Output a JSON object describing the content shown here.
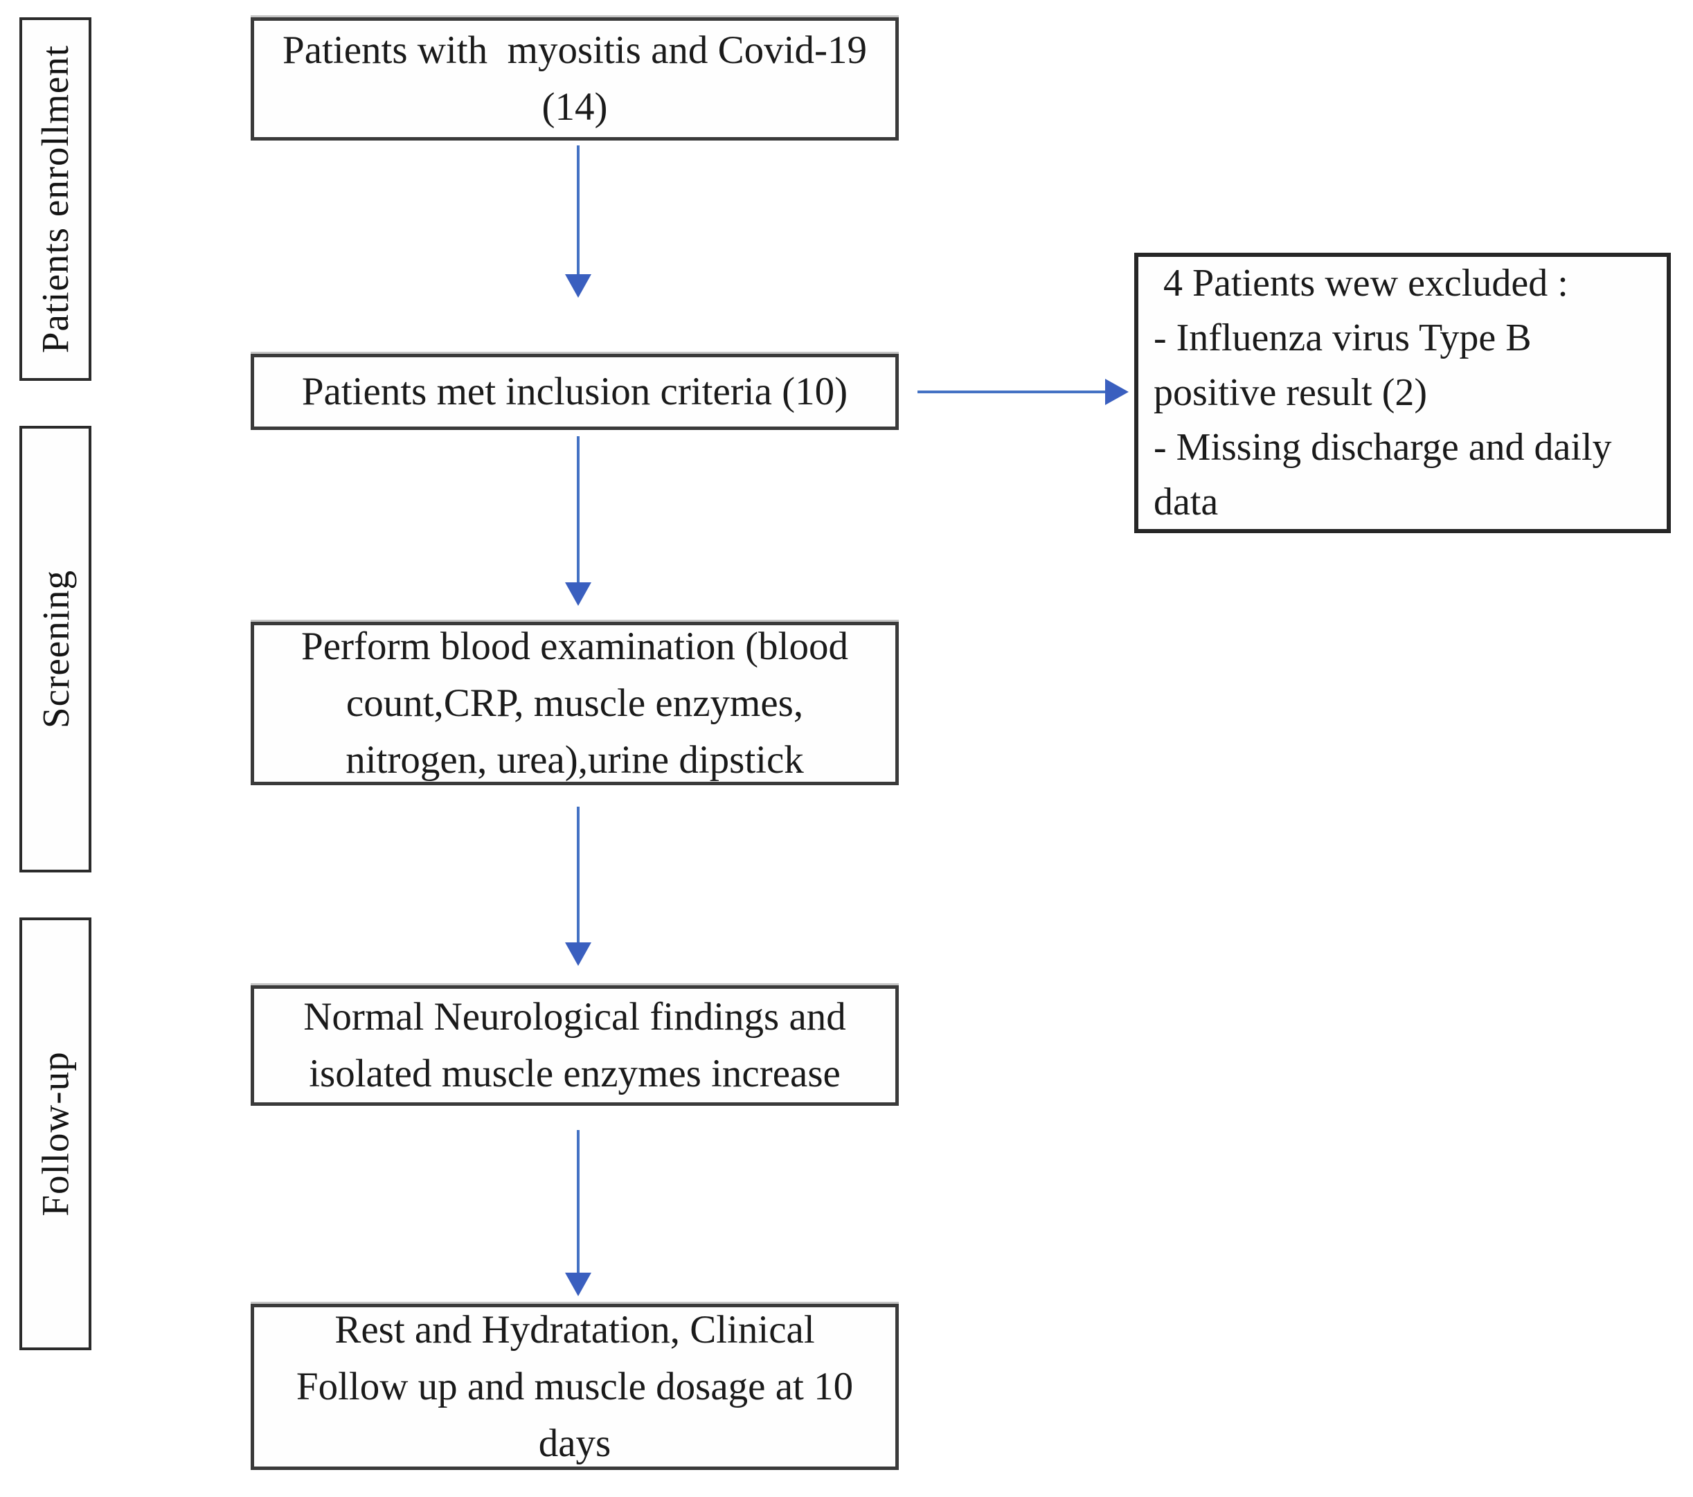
{
  "diagram": {
    "title_hint": "Patient enrollment flowchart for myositis and Covid-19 study",
    "stages": [
      {
        "id": "enrollment",
        "label": "Patients enrollment"
      },
      {
        "id": "screening",
        "label": "Screening"
      },
      {
        "id": "followup",
        "label": "Follow-up"
      }
    ],
    "nodes": [
      {
        "id": "n1",
        "text": "Patients with  myositis and Covid-19\n(14)"
      },
      {
        "id": "n2",
        "text": "Patients met inclusion criteria (10)"
      },
      {
        "id": "n3",
        "text": "Perform blood examination (blood\ncount,CRP, muscle enzymes,\nnitrogen, urea),urine dipstick"
      },
      {
        "id": "n4",
        "text": "Normal Neurological findings and\nisolated muscle enzymes increase"
      },
      {
        "id": "n5",
        "text": "Rest and Hydratation, Clinical\nFollow up and muscle dosage at 10\ndays"
      }
    ],
    "exclusion": {
      "text": " 4 Patients wew excluded :\n- Influenza virus Type B\npositive result (2)\n- Missing discharge and daily\ndata"
    },
    "edges": [
      {
        "from": "n1",
        "to": "n2",
        "direction": "down"
      },
      {
        "from": "n2",
        "to": "n3",
        "direction": "down"
      },
      {
        "from": "n2",
        "to": "exclusion",
        "direction": "right"
      },
      {
        "from": "n3",
        "to": "n4",
        "direction": "down"
      },
      {
        "from": "n4",
        "to": "n5",
        "direction": "down"
      }
    ],
    "colors": {
      "arrow": "#4472c4",
      "arrowhead": "#3a5fbf",
      "box_border": "#3a3a3a",
      "text": "#1a1a1a",
      "background": "#ffffff"
    }
  }
}
